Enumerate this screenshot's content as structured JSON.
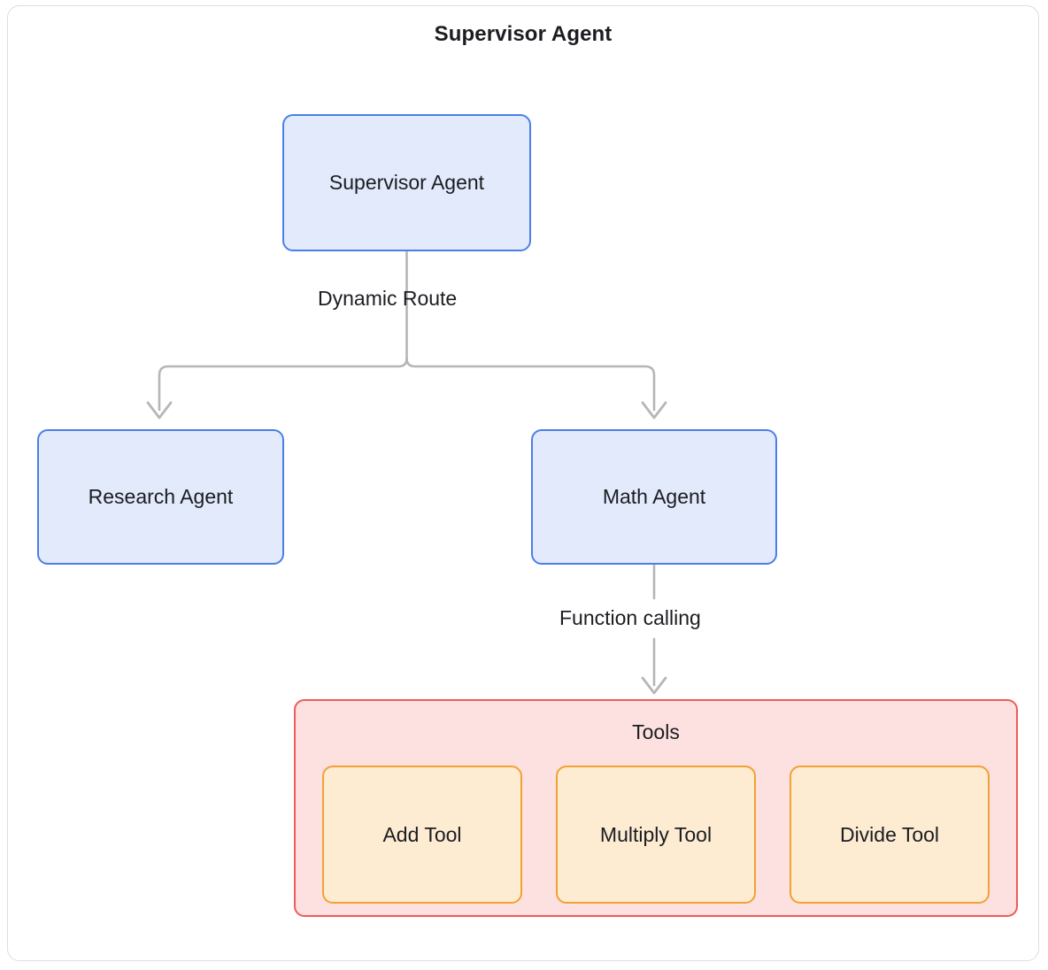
{
  "frame": {
    "title": "Supervisor Agent"
  },
  "nodes": {
    "supervisor": {
      "label": "Supervisor Agent"
    },
    "research": {
      "label": "Research Agent"
    },
    "math": {
      "label": "Math Agent"
    }
  },
  "tools_cluster": {
    "label": "Tools",
    "items": [
      {
        "label": "Add Tool"
      },
      {
        "label": "Multiply Tool"
      },
      {
        "label": "Divide Tool"
      }
    ]
  },
  "edges": [
    {
      "label": "Dynamic Route",
      "from": "supervisor",
      "to": [
        "research",
        "math"
      ]
    },
    {
      "label": "Function calling",
      "from": "math",
      "to": "tools_cluster"
    }
  ],
  "colors": {
    "frame_border": "#dcdee3",
    "agent_fill": "#e3eafc",
    "agent_border": "#4a7fe8",
    "tools_fill": "#fde0e0",
    "tools_border": "#ef5b5b",
    "tool_fill": "#fdebd2",
    "tool_border": "#f0a233",
    "connector": "#b6b6b8",
    "text": "#1b1d21"
  }
}
